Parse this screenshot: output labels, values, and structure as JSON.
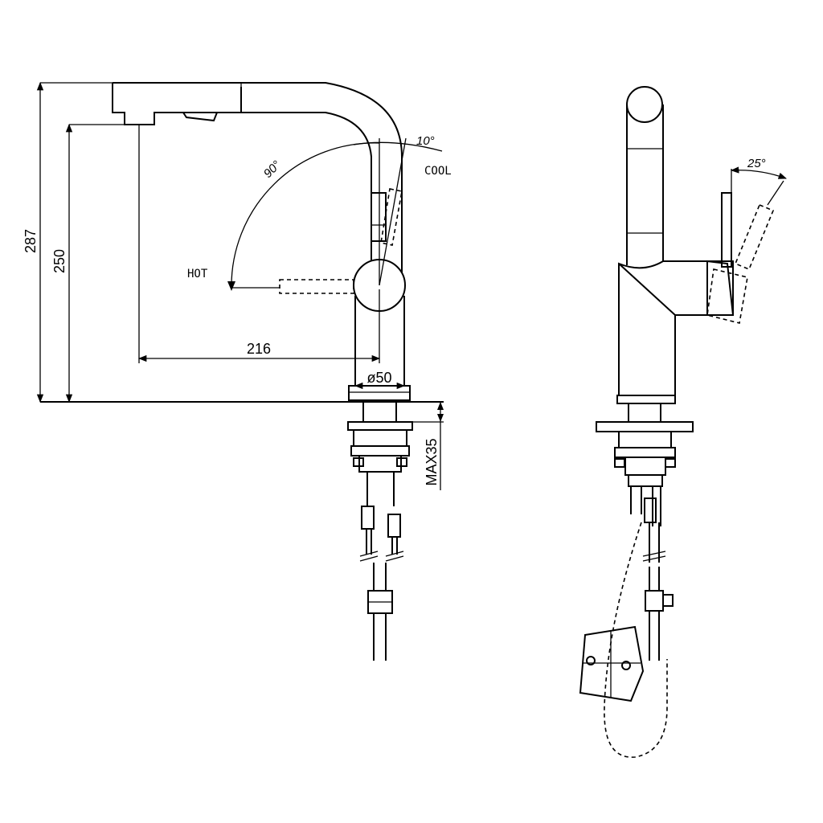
{
  "dimensions": {
    "total_height": "287",
    "spout_height": "250",
    "reach": "216",
    "base_diameter": "ø50",
    "max_counter_thickness": "MAX35"
  },
  "angles": {
    "handle_swing": "90°",
    "cool_offset": "10°",
    "handle_tilt": "25°"
  },
  "labels": {
    "hot": "HOT",
    "cool": "COOL"
  }
}
